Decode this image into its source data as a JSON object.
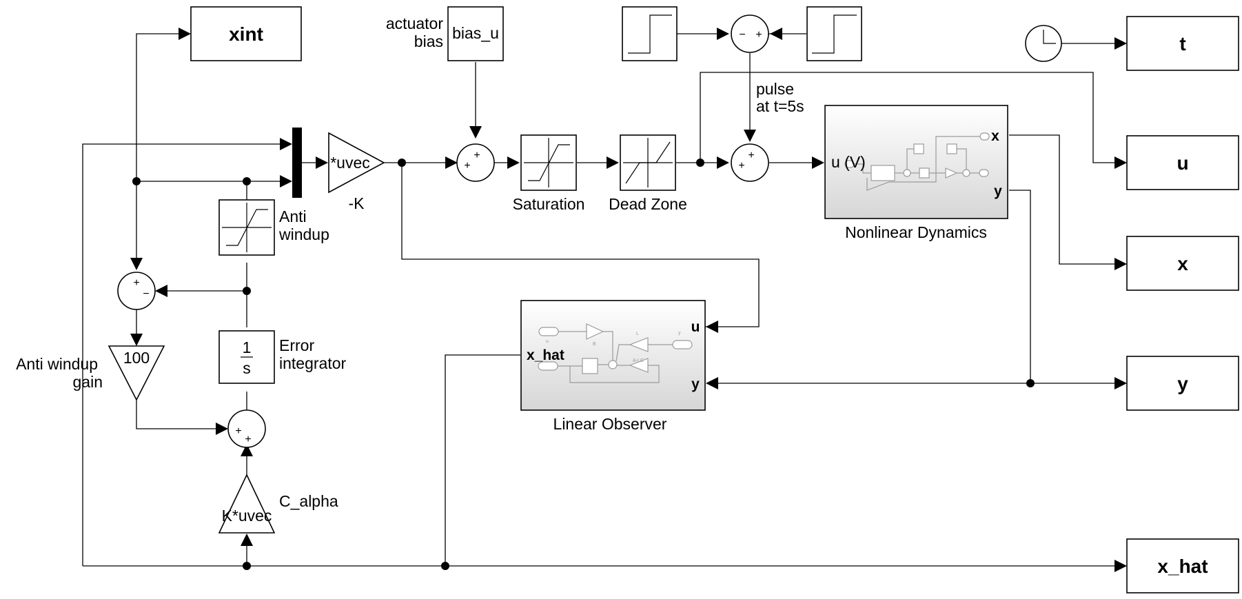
{
  "outports": {
    "xint": "xint",
    "t": "t",
    "u": "u",
    "x": "x",
    "y": "y",
    "x_hat": "x_hat"
  },
  "blocks": {
    "bias_name": "bias_u",
    "bias_label_line1": "actuator",
    "bias_label_line2": "bias",
    "gain_k_text": "*uvec",
    "gain_k_label": "-K",
    "saturation_label": "Saturation",
    "deadzone_label": "Dead Zone",
    "pulse_line1": "pulse",
    "pulse_line2": "at t=5s",
    "antiwindup_line1": "Anti",
    "antiwindup_line2": "windup",
    "integrator_num": "1",
    "integrator_den": "s",
    "integrator_line1": "Error",
    "integrator_line2": "integrator",
    "aw_gain_value": "100",
    "aw_gain_line1": "Anti windup",
    "aw_gain_line2": "gain",
    "c_alpha_text": "K*uvec",
    "c_alpha_label": "C_alpha",
    "nonlinear_label": "Nonlinear Dynamics",
    "nonlinear_in": "u (V)",
    "nonlinear_out_x": "x",
    "nonlinear_out_y": "y",
    "observer_label": "Linear Observer",
    "observer_in_u": "u",
    "observer_in_y": "y",
    "observer_out": "x_hat"
  },
  "mini_contents": {
    "observer_u": "u",
    "observer_y": "y",
    "observer_b": "B",
    "observer_l": "L",
    "observer_alc": "A-LC"
  },
  "signs": {
    "sum_aw_top": "+",
    "sum_aw_right": "−",
    "sum_int_left": "+",
    "sum_int_bottom": "+",
    "sum_bias_top": "+",
    "sum_bias_left": "+",
    "sum_pulse_gen_left": "−",
    "sum_pulse_gen_right": "+",
    "sum_pulse_top": "+",
    "sum_pulse_left": "+"
  }
}
